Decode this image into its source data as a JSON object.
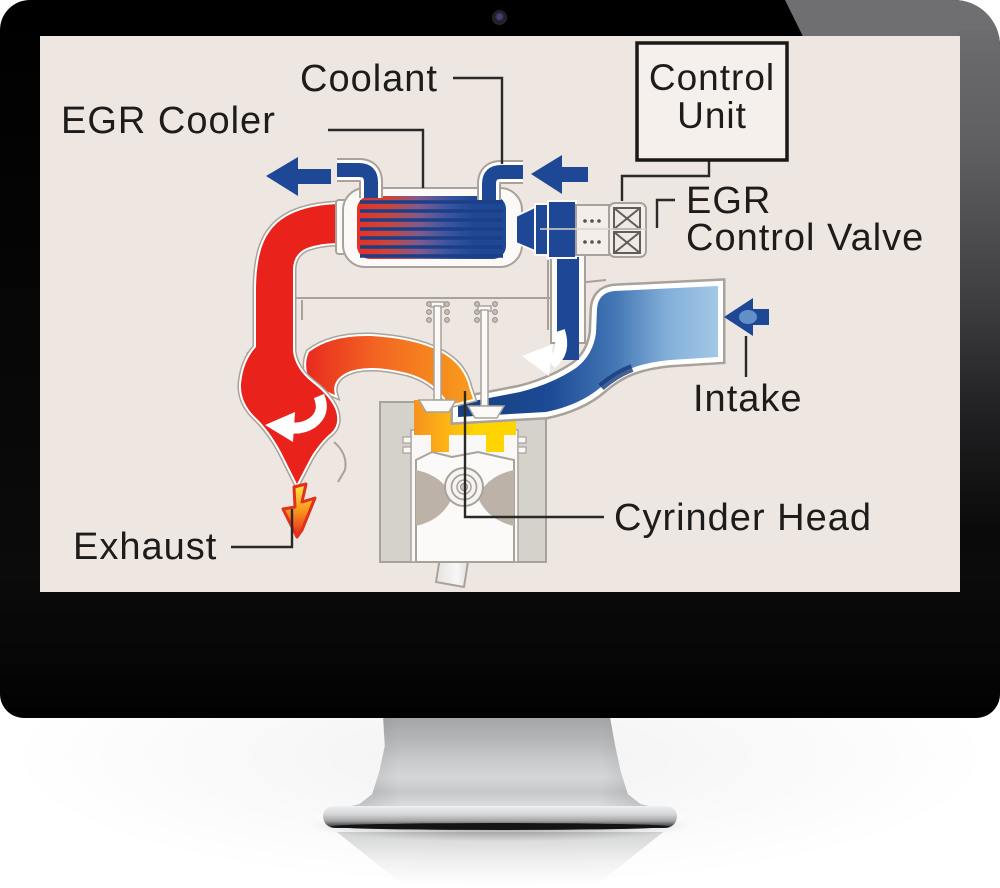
{
  "device": {
    "type": "desktop-monitor",
    "parts": [
      "bezel",
      "webcam",
      "screen",
      "chin",
      "stand-neck",
      "stand-base"
    ]
  },
  "diagram": {
    "subject": "EGR system schematic",
    "labels": {
      "coolant": "Coolant",
      "egr_cooler": "EGR Cooler",
      "control_unit_1": "Control",
      "control_unit_2": "Unit",
      "egr_valve_1": "EGR",
      "egr_valve_2": "Control Valve",
      "intake": "Intake",
      "cylinder_head": "Cyrinder Head",
      "exhaust": "Exhaust"
    },
    "colors": {
      "screen_bg": "#EDE6E1",
      "coolant_pipe_blue": "#1E4896",
      "intake_light_blue": "#A3C8E6",
      "exhaust_red": "#E9221C",
      "port_orange": "#F6921E",
      "combustion_yellow": "#FFD400",
      "outline_gray": "#A8A29B",
      "label_ink": "#1E1C1A",
      "control_box_border": "#1A1816",
      "bezel_black": "#0B0B0B",
      "chin_silver": "#C9CBCD",
      "flow_arrow_white": "#FFFFFF"
    }
  }
}
